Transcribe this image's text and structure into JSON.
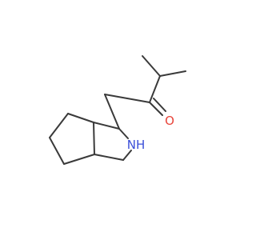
{
  "structure": {
    "atoms": [
      {
        "id": "O",
        "label": "O",
        "color": "#e8443a"
      },
      {
        "id": "N",
        "label": "NH",
        "color": "#3b4fd8"
      }
    ],
    "bond_color": "#3a3a3a"
  }
}
